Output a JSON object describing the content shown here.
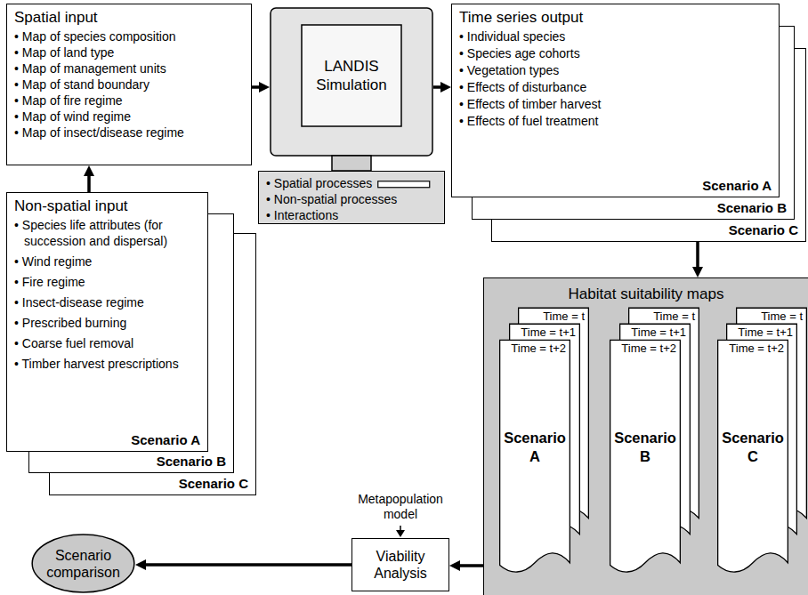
{
  "diagram": {
    "nodes": [
      {
        "text": [
          "Spatial input",
          "• Map of species composition",
          "• Map of land type",
          "• Map of management units",
          "• Map of stand boundary",
          "• Map of fire regime",
          "• Map of wind regime",
          "• Map of insect/disease regime"
        ]
      },
      {
        "text": [
          "Non-spatial input",
          "• Species life attributes (for succession and dispersal)",
          "• Wind regime",
          "• Fire regime",
          "• Insect-disease regime",
          "• Prescribed burning",
          "• Coarse fuel removal",
          "• Timber harvest prescriptions",
          "Scenario A"
        ]
      },
      {
        "text": [
          "Scenario B"
        ]
      },
      {
        "text": [
          "Scenario C"
        ]
      },
      {
        "text": [
          "LANDIS Simulation"
        ]
      },
      {
        "text": [
          "• Spatial processes",
          "• Non-spatial processes",
          "• Interactions"
        ]
      },
      {
        "text": [
          "Time series output",
          "• Individual species",
          "• Species age cohorts",
          "• Vegetation types",
          "• Effects of disturbance",
          "• Effects of timber harvest",
          "• Effects of fuel treatment",
          "Scenario A"
        ]
      },
      {
        "text": [
          "Scenario B"
        ]
      },
      {
        "text": [
          "Scenario C"
        ]
      },
      {
        "text": [
          "Habitat suitability maps"
        ]
      },
      {
        "text": [
          "Time = t"
        ],
        "in": 9
      },
      {
        "text": [
          "Time = t+1"
        ],
        "in": 9
      },
      {
        "text": [
          "Time = t+2",
          "Scenario A"
        ],
        "in": 9
      },
      {
        "text": [
          "Time = t"
        ],
        "in": 9
      },
      {
        "text": [
          "Time = t+1"
        ],
        "in": 9
      },
      {
        "text": [
          "Time = t+2",
          "Scenario B"
        ],
        "in": 9
      },
      {
        "text": [
          "Time = t"
        ],
        "in": 9
      },
      {
        "text": [
          "Time = t+1"
        ],
        "in": 9
      },
      {
        "text": [
          "Time = t+2",
          "Scenario C"
        ],
        "in": 9
      },
      {
        "text": [
          "Viability Analysis"
        ]
      },
      {
        "text": [
          "Scenario comparison"
        ]
      }
    ],
    "edges": [
      {
        "from": 1,
        "to": 0,
        "arrow": "to"
      },
      {
        "from": 0,
        "to": 4,
        "arrow": "to"
      },
      {
        "from": 4,
        "to": 6,
        "arrow": "to"
      },
      {
        "from": 8,
        "to": 9,
        "arrow": "to"
      },
      {
        "from": 9,
        "to": 19,
        "arrow": "to"
      },
      {
        "from": 19,
        "to": 20,
        "arrow": "to"
      }
    ],
    "labels": [
      "Metapopulation model"
    ]
  }
}
